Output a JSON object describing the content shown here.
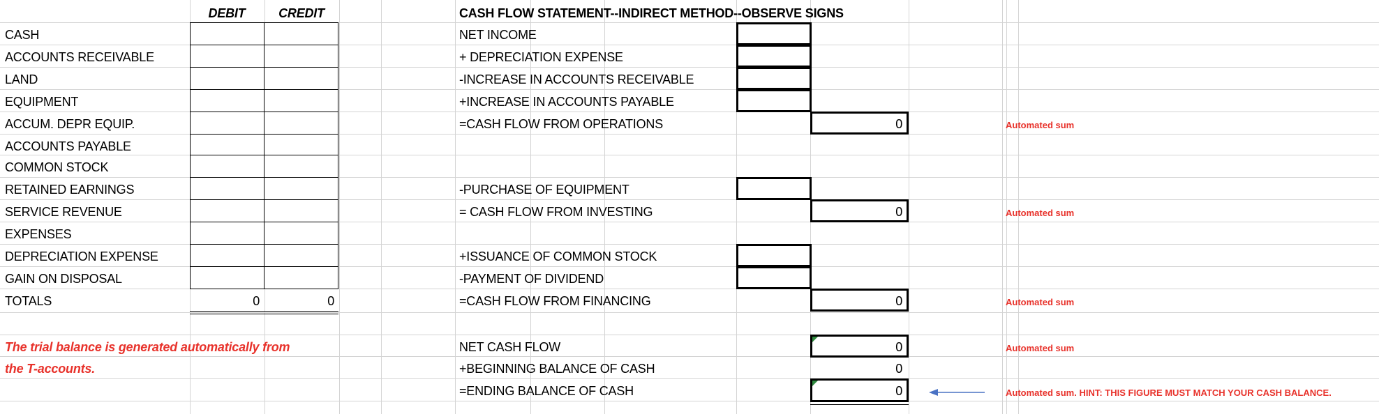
{
  "trial_balance": {
    "headers": {
      "debit": "DEBIT",
      "credit": "CREDIT"
    },
    "accounts": [
      "CASH",
      "ACCOUNTS RECEIVABLE",
      "LAND",
      "EQUIPMENT",
      "ACCUM. DEPR EQUIP.",
      "ACCOUNTS PAYABLE",
      "COMMON STOCK",
      "RETAINED EARNINGS",
      "SERVICE REVENUE",
      "EXPENSES",
      "DEPRECIATION EXPENSE",
      "GAIN ON DISPOSAL"
    ],
    "totals_label": "TOTALS",
    "total_debit": "0",
    "total_credit": "0",
    "note_line1": "The trial balance is generated automatically from",
    "note_line2": "the T-accounts."
  },
  "cash_flow": {
    "title": "CASH FLOW STATEMENT--INDIRECT METHOD--OBSERVE SIGNS",
    "operations": {
      "net_income": "NET INCOME",
      "depreciation": "+ DEPRECIATION EXPENSE",
      "increase_ar": "-INCREASE IN ACCOUNTS RECEIVABLE",
      "increase_ap": "+INCREASE IN ACCOUNTS PAYABLE",
      "total_label": "=CASH FLOW FROM OPERATIONS",
      "total_value": "0"
    },
    "investing": {
      "purchase": "-PURCHASE OF EQUIPMENT",
      "total_label": "= CASH FLOW FROM INVESTING",
      "total_value": "0"
    },
    "financing": {
      "issuance": "+ISSUANCE OF COMMON STOCK",
      "dividend": "-PAYMENT OF DIVIDEND",
      "total_label": "=CASH FLOW FROM FINANCING",
      "total_value": "0"
    },
    "summary": {
      "net_label": "NET CASH FLOW",
      "net_value": "0",
      "beginning_label": "+BEGINNING BALANCE OF CASH",
      "beginning_value": "0",
      "ending_label": "=ENDING BALANCE OF CASH",
      "ending_value": "0"
    }
  },
  "notes": {
    "automated_sum": "Automated sum",
    "ending_hint": "Automated sum.  HINT: THIS FIGURE MUST MATCH YOUR CASH BALANCE."
  },
  "colors": {
    "note_red": "#e8322b",
    "arrow_blue": "#4a72c4",
    "corner_green": "#2f8a3f",
    "gridline": "#d4d4d4"
  }
}
